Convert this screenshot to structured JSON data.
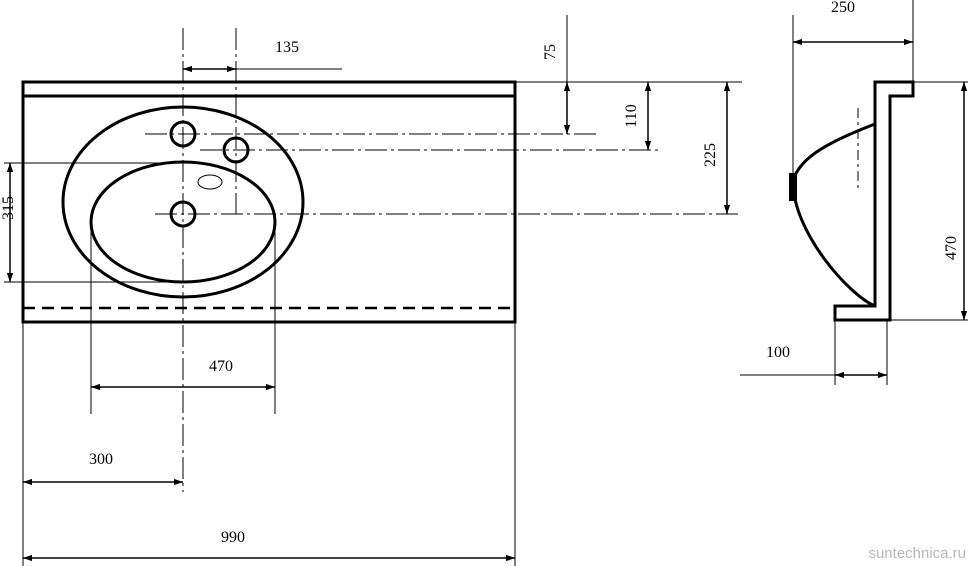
{
  "dimensions": {
    "hole_spacing": "135",
    "top_to_hole": "75",
    "top_to_tap_hole": "110",
    "top_to_drain": "225",
    "bowl_depth": "315",
    "bowl_width": "470",
    "edge_to_bowl_center": "300",
    "total_width": "990",
    "side_width": "250",
    "side_height": "470",
    "side_flange": "100"
  },
  "watermark": "suntechnica.ru"
}
